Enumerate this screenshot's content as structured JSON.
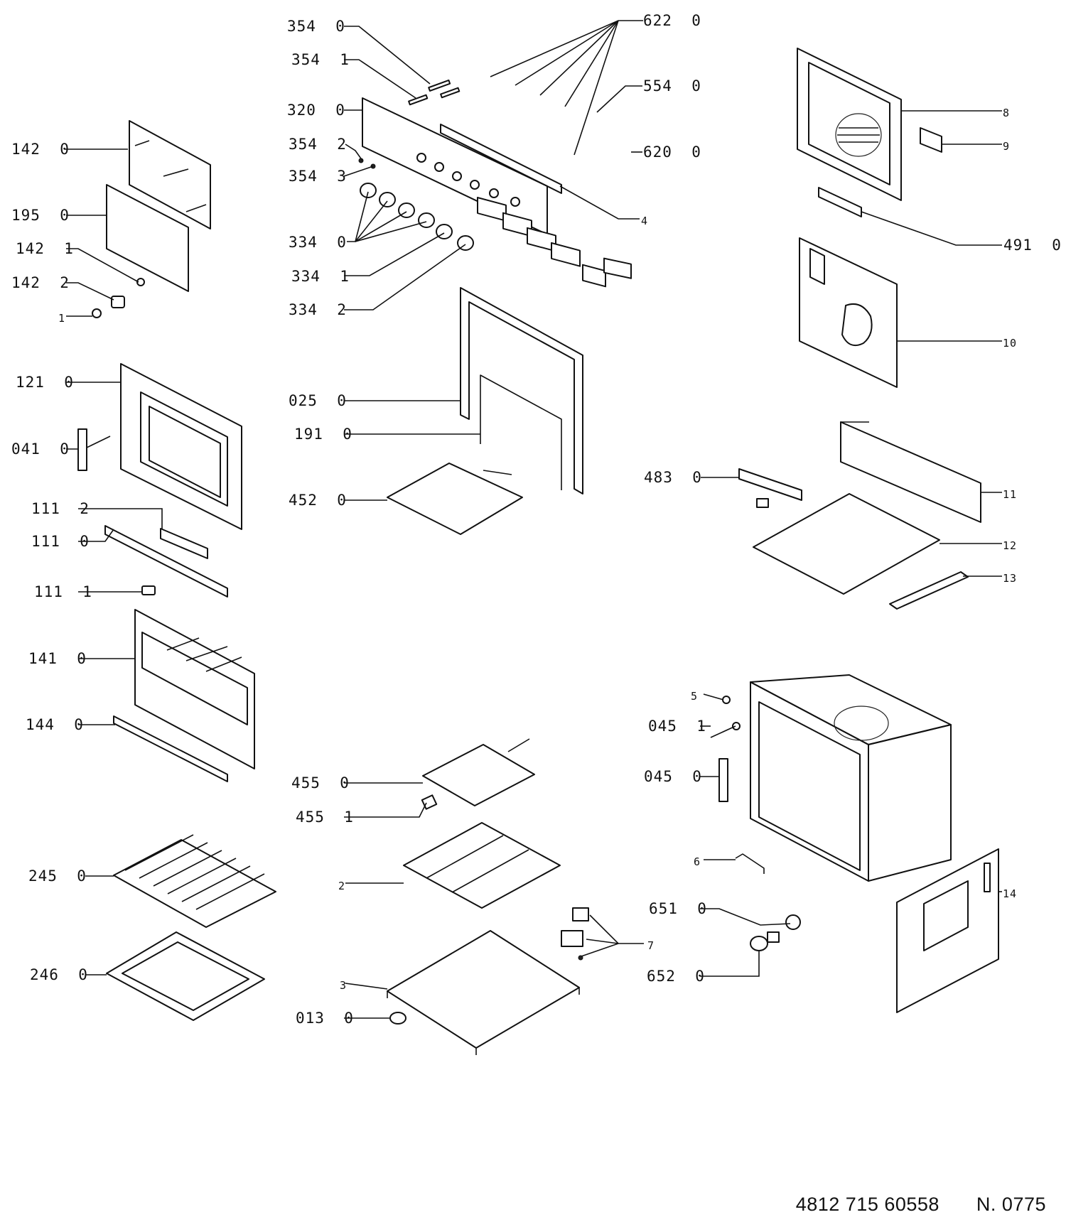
{
  "labels": {
    "p354_0": "354  0",
    "p354_1": "354  1",
    "p320_0": "320  0",
    "p354_2": "354  2",
    "p354_3": "354  3",
    "p334_0": "334  0",
    "p334_1": "334  1",
    "p334_2": "334  2",
    "p622_0": "622  0",
    "p554_0": "554  0",
    "p620_0": "620  0",
    "p4": "4",
    "p8": "8",
    "p9": "9",
    "p491_0": "491  0",
    "p10": "10",
    "p142_0": "142  0",
    "p195_0": "195  0",
    "p142_1": "142  1",
    "p142_2": "142  2",
    "p1": "1",
    "p121_0": "121  0",
    "p041_0": "041  0",
    "p111_2": "111  2",
    "p111_0": "111  0",
    "p111_1": "111  1",
    "p141_0": "141  0",
    "p144_0": "144  0",
    "p245_0": "245  0",
    "p246_0": "246  0",
    "p025_0": "025  0",
    "p191_0": "191  0",
    "p452_0": "452  0",
    "p483_0": "483  0",
    "p11": "11",
    "p12": "12",
    "p13": "13",
    "p455_0": "455  0",
    "p455_1": "455  1",
    "p2": "2",
    "p3": "3",
    "p013_0": "013  0",
    "p5": "5",
    "p045_1": "045  1",
    "p045_0": "045  0",
    "p6": "6",
    "p7": "7",
    "p651_0": "651  0",
    "p652_0": "652  0",
    "p14": "14"
  },
  "footer": {
    "document_number": "4812 715 60558",
    "revision": "N. 0775"
  }
}
